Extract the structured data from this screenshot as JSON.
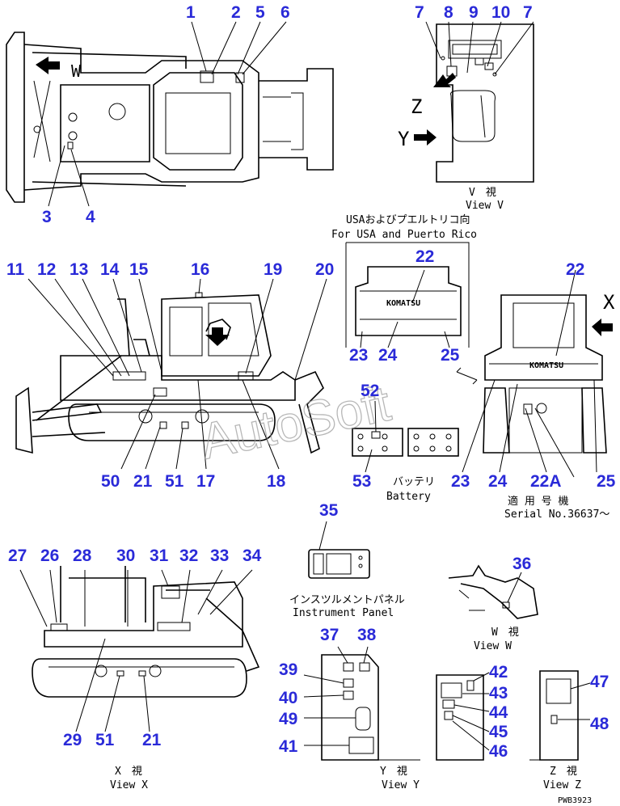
{
  "callouts": [
    {
      "id": "c1",
      "text": "1"
    },
    {
      "id": "c2",
      "text": "2"
    },
    {
      "id": "c5",
      "text": "5"
    },
    {
      "id": "c6",
      "text": "6"
    },
    {
      "id": "c3",
      "text": "3"
    },
    {
      "id": "c4",
      "text": "4"
    },
    {
      "id": "c7a",
      "text": "7"
    },
    {
      "id": "c8",
      "text": "8"
    },
    {
      "id": "c9",
      "text": "9"
    },
    {
      "id": "c10",
      "text": "10"
    },
    {
      "id": "c7b",
      "text": "7"
    },
    {
      "id": "c11",
      "text": "11"
    },
    {
      "id": "c12",
      "text": "12"
    },
    {
      "id": "c13",
      "text": "13"
    },
    {
      "id": "c14",
      "text": "14"
    },
    {
      "id": "c15",
      "text": "15"
    },
    {
      "id": "c16",
      "text": "16"
    },
    {
      "id": "c19",
      "text": "19"
    },
    {
      "id": "c20",
      "text": "20"
    },
    {
      "id": "c22a",
      "text": "22"
    },
    {
      "id": "c23a",
      "text": "23"
    },
    {
      "id": "c24a",
      "text": "24"
    },
    {
      "id": "c25a",
      "text": "25"
    },
    {
      "id": "c22b",
      "text": "22"
    },
    {
      "id": "c23b",
      "text": "23"
    },
    {
      "id": "c24b",
      "text": "24"
    },
    {
      "id": "c22A",
      "text": "22A"
    },
    {
      "id": "c25b",
      "text": "25"
    },
    {
      "id": "c50",
      "text": "50"
    },
    {
      "id": "c21a",
      "text": "21"
    },
    {
      "id": "c51a",
      "text": "51"
    },
    {
      "id": "c17",
      "text": "17"
    },
    {
      "id": "c18",
      "text": "18"
    },
    {
      "id": "c52",
      "text": "52"
    },
    {
      "id": "c53",
      "text": "53"
    },
    {
      "id": "c35",
      "text": "35"
    },
    {
      "id": "c36",
      "text": "36"
    },
    {
      "id": "c27",
      "text": "27"
    },
    {
      "id": "c26",
      "text": "26"
    },
    {
      "id": "c28",
      "text": "28"
    },
    {
      "id": "c30",
      "text": "30"
    },
    {
      "id": "c31",
      "text": "31"
    },
    {
      "id": "c32",
      "text": "32"
    },
    {
      "id": "c33",
      "text": "33"
    },
    {
      "id": "c34",
      "text": "34"
    },
    {
      "id": "c29",
      "text": "29"
    },
    {
      "id": "c51b",
      "text": "51"
    },
    {
      "id": "c21b",
      "text": "21"
    },
    {
      "id": "c37",
      "text": "37"
    },
    {
      "id": "c38",
      "text": "38"
    },
    {
      "id": "c39",
      "text": "39"
    },
    {
      "id": "c40",
      "text": "40"
    },
    {
      "id": "c49",
      "text": "49"
    },
    {
      "id": "c41",
      "text": "41"
    },
    {
      "id": "c42",
      "text": "42"
    },
    {
      "id": "c43",
      "text": "43"
    },
    {
      "id": "c44",
      "text": "44"
    },
    {
      "id": "c45",
      "text": "45"
    },
    {
      "id": "c46",
      "text": "46"
    },
    {
      "id": "c47",
      "text": "47"
    },
    {
      "id": "c48",
      "text": "48"
    }
  ],
  "labels": {
    "view_v_jp": "V　視",
    "view_v": "View V",
    "usa_jp": "USAおよびプエルトリコ向",
    "usa": "For USA and Puerto Rico",
    "battery_jp": "バッテリ",
    "battery": "Battery",
    "serial_jp": "適 用 号 機",
    "serial": "Serial No.36637～",
    "panel_jp": "インスツルメントパネル",
    "panel": "Instrument Panel",
    "view_w_jp": "W　視",
    "view_w": "View W",
    "view_x_jp": "X　視",
    "view_x": "View X",
    "view_y_jp": "Y　視",
    "view_y": "View Y",
    "view_z_jp": "Z　視",
    "view_z": "View Z",
    "arrow_w": "W",
    "arrow_x": "X",
    "arrow_y": "Y",
    "arrow_z": "Z",
    "brand_a": "KOMATSU",
    "brand_b": "KOMATSU",
    "drawing_code": "PWB3923",
    "watermark": "AutoSoft"
  },
  "colors": {
    "callout": "#2a2ad8",
    "line": "#000000",
    "watermark": "#9a9a9a"
  }
}
